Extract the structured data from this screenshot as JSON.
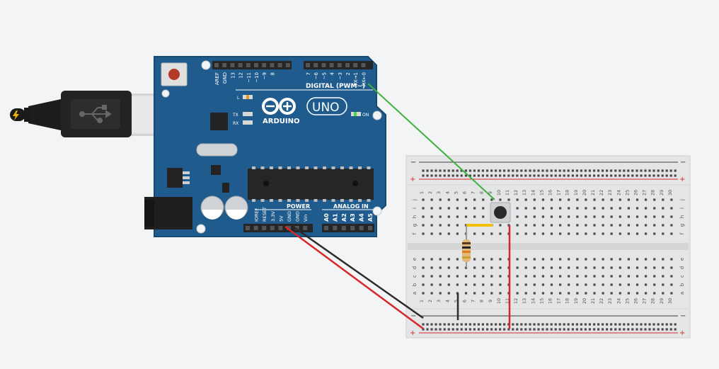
{
  "canvas": {
    "background": "#f3f4f6"
  },
  "arduino": {
    "model_label": "UNO",
    "brand_label": "ARDUINO",
    "digital_label": "DIGITAL (PWM~)",
    "analog_label": "ANALOG IN",
    "power_label": "POWER",
    "on_label": "ON",
    "led_l_label": "L",
    "led_tx_label": "TX",
    "led_rx_label": "RX",
    "board_color": "#1f5c8d",
    "top_pins": [
      "AREF",
      "GND",
      "13",
      "12",
      "~11",
      "~10",
      "~9",
      "8",
      "7",
      "~6",
      "~5",
      "4",
      "~3",
      "2",
      "TX→1",
      "RX←0"
    ],
    "power_pins": [
      "IOREF",
      "RESET",
      "3.3V",
      "5V",
      "GND",
      "GND",
      "Vin"
    ],
    "analog_pins": [
      "A0",
      "A1",
      "A2",
      "A3",
      "A4",
      "A5"
    ]
  },
  "usb": {
    "icon": "usb-icon",
    "bolt_icon": "lightning-icon"
  },
  "breadboard": {
    "rail_minus": "−",
    "rail_plus": "+",
    "row_letters_top": [
      "j",
      "i",
      "h",
      "g",
      "f"
    ],
    "row_letters_bottom": [
      "e",
      "d",
      "c",
      "b",
      "a"
    ],
    "columns": [
      "1",
      "2",
      "3",
      "4",
      "5",
      "6",
      "7",
      "8",
      "9",
      "10",
      "11",
      "12",
      "13",
      "14",
      "15",
      "16",
      "17",
      "18",
      "19",
      "20",
      "21",
      "22",
      "23",
      "24",
      "25",
      "26",
      "27",
      "28",
      "29",
      "30"
    ]
  },
  "wires": [
    {
      "name": "wire-pin2-to-button",
      "color": "#3db23d"
    },
    {
      "name": "wire-gnd-to-rail",
      "color": "#2b2b2b"
    },
    {
      "name": "wire-5v-to-rail",
      "color": "#d62828"
    },
    {
      "name": "wire-button-to-5v-rail",
      "color": "#d62828"
    },
    {
      "name": "wire-resistor-to-gnd-rail",
      "color": "#2b2b2b"
    },
    {
      "name": "wire-yellow-jumper",
      "color": "#f2c200"
    }
  ]
}
